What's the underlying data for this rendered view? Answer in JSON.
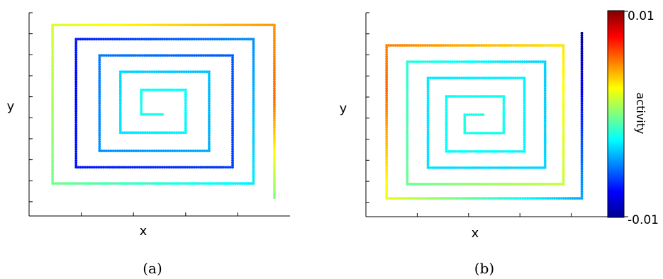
{
  "chart_data": [
    {
      "type": "scatter",
      "panel": "a",
      "caption": "(a)",
      "xlabel": "x",
      "ylabel": "y",
      "grid": false,
      "ticks": 7,
      "xlim": [
        0,
        1
      ],
      "ylim": [
        0,
        1
      ],
      "spiral_corners": [
        [
          0.94,
          0.09
        ],
        [
          0.94,
          0.94
        ],
        [
          0.09,
          0.94
        ],
        [
          0.09,
          0.16
        ],
        [
          0.86,
          0.16
        ],
        [
          0.86,
          0.87
        ],
        [
          0.18,
          0.87
        ],
        [
          0.18,
          0.24
        ],
        [
          0.78,
          0.24
        ],
        [
          0.78,
          0.79
        ],
        [
          0.27,
          0.79
        ],
        [
          0.27,
          0.32
        ],
        [
          0.69,
          0.32
        ],
        [
          0.69,
          0.71
        ],
        [
          0.35,
          0.71
        ],
        [
          0.35,
          0.41
        ],
        [
          0.6,
          0.41
        ],
        [
          0.6,
          0.62
        ],
        [
          0.43,
          0.62
        ],
        [
          0.43,
          0.5
        ],
        [
          0.52,
          0.5
        ]
      ],
      "activity_start": 0.0,
      "activity_peak": 0.0055,
      "activity_peak_position": 0.045,
      "activity_low": -0.0075,
      "activity_low_position": 0.5,
      "activity_end": -0.002,
      "grid_points": 420
    },
    {
      "type": "scatter",
      "panel": "b",
      "caption": "(b)",
      "xlabel": "x",
      "ylabel": "y",
      "grid": false,
      "ticks": 7,
      "xlim": [
        0,
        1
      ],
      "ylim": [
        0,
        1
      ],
      "spiral_corners": [
        [
          0.94,
          0.9
        ],
        [
          0.94,
          0.09
        ],
        [
          0.09,
          0.09
        ],
        [
          0.09,
          0.84
        ],
        [
          0.86,
          0.84
        ],
        [
          0.86,
          0.16
        ],
        [
          0.18,
          0.16
        ],
        [
          0.18,
          0.76
        ],
        [
          0.78,
          0.76
        ],
        [
          0.78,
          0.24
        ],
        [
          0.27,
          0.24
        ],
        [
          0.27,
          0.68
        ],
        [
          0.69,
          0.68
        ],
        [
          0.69,
          0.32
        ],
        [
          0.35,
          0.32
        ],
        [
          0.35,
          0.59
        ],
        [
          0.6,
          0.59
        ],
        [
          0.6,
          0.41
        ],
        [
          0.43,
          0.41
        ],
        [
          0.43,
          0.5
        ],
        [
          0.52,
          0.5
        ]
      ],
      "activity_start": -0.0095,
      "activity_peak": 0.0055,
      "activity_peak_position": 0.23,
      "activity_low": -0.0035,
      "activity_low_position": 0.62,
      "activity_end": -0.002,
      "grid_points": 420
    }
  ],
  "colorbar": {
    "label": "activity",
    "max_label": "0.01",
    "min_label": "-0.01",
    "min": -0.01,
    "max": 0.01,
    "colormap": "jet"
  }
}
